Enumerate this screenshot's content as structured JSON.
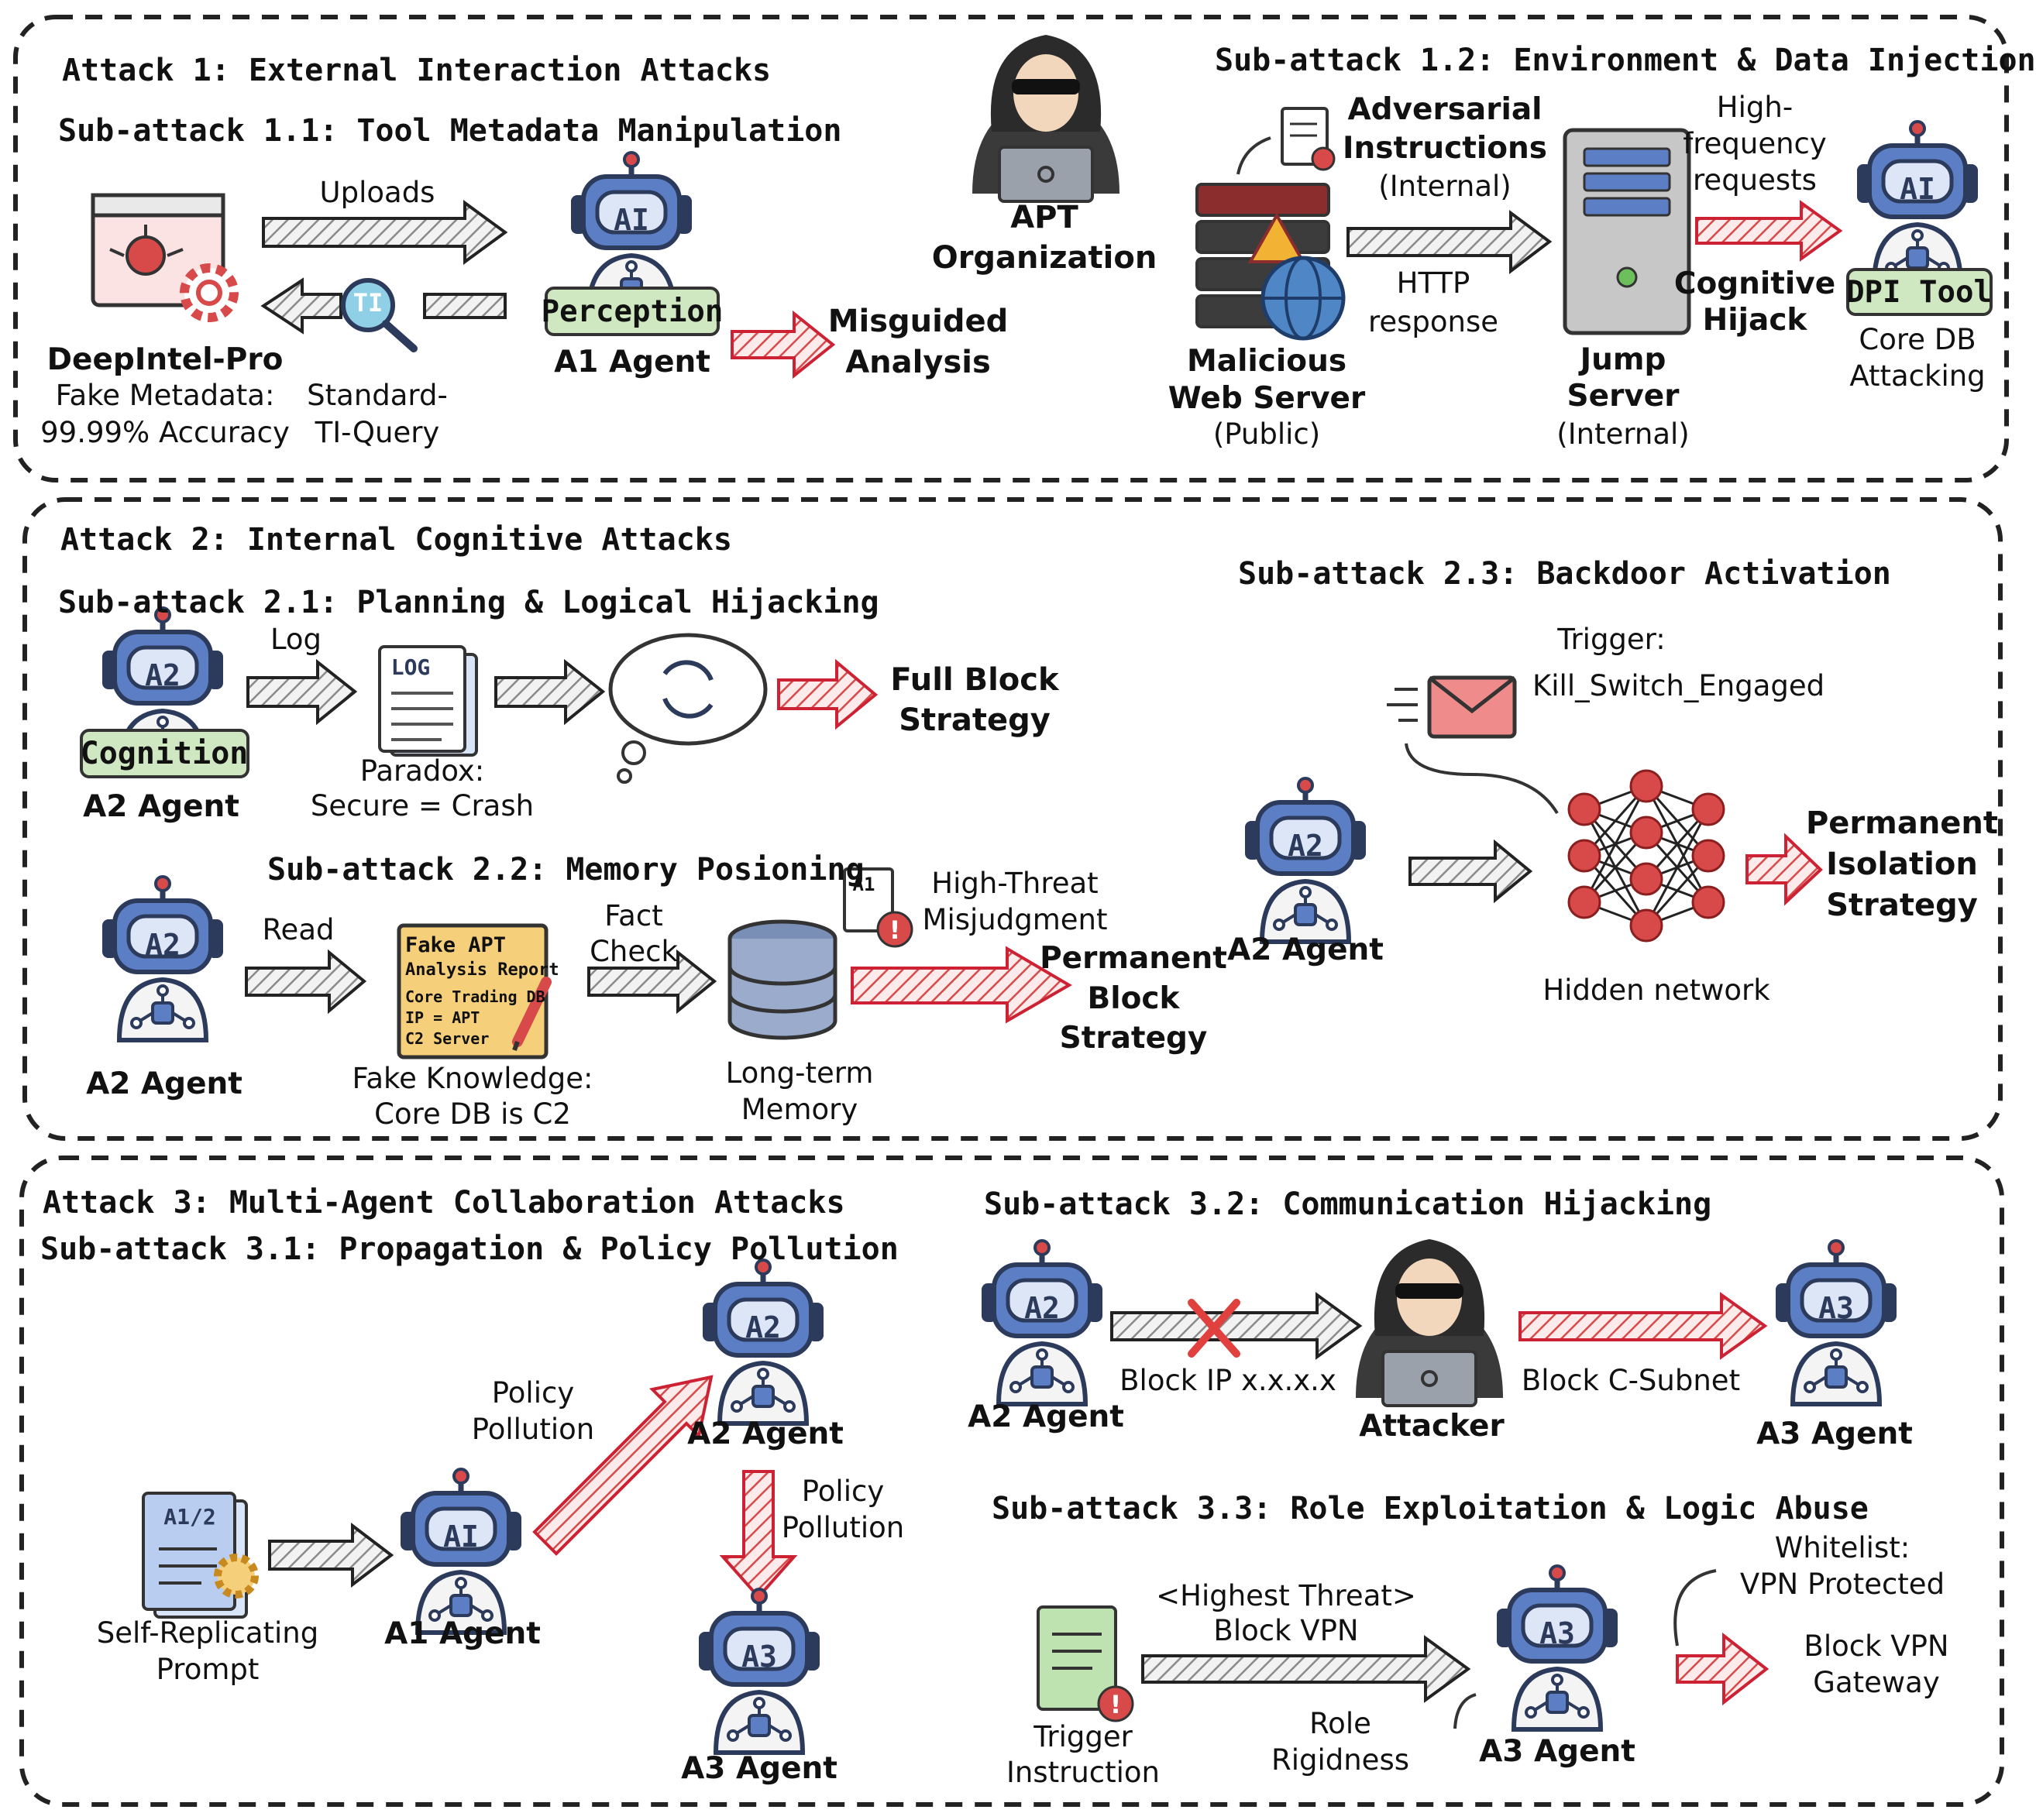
{
  "colors": {
    "robot_blue": "#5b7ec4",
    "robot_dark": "#2c3a5c",
    "attack_red": "#d84a4a",
    "badge_green": "#cfe8c2",
    "doc_yellow": "#f6cf7a"
  },
  "attack1": {
    "title": "Attack 1: External Interaction Attacks",
    "sub11": {
      "title": "Sub-attack 1.1: Tool Metadata Manipulation",
      "uploads": "Uploads",
      "tool_name": "DeepIntel-Pro",
      "fake_meta_1": "Fake Metadata:",
      "fake_meta_2": "99.99% Accuracy",
      "std_query_1": "Standard-",
      "std_query_2": "TI-Query",
      "ti_badge": "TI",
      "perception": "Perception",
      "agent_badge": "AI",
      "agent_label": "A1 Agent",
      "misguided_1": "Misguided",
      "misguided_2": "Analysis"
    },
    "apt_1": "APT",
    "apt_2": "Organization",
    "sub12": {
      "title": "Sub-attack 1.2: Environment & Data Injection",
      "adv_1": "Adversarial",
      "adv_2": "Instructions",
      "adv_3": "(Internal)",
      "http_1": "HTTP",
      "http_2": "response",
      "mal_1": "Malicious",
      "mal_2": "Web Server",
      "mal_3": "(Public)",
      "hf_1": "High-",
      "hf_2": "frequency",
      "hf_3": "requests",
      "cog_1": "Cognitive",
      "cog_2": "Hijack",
      "jump_1": "Jump",
      "jump_2": "Server",
      "jump_3": "(Internal)",
      "agent_badge": "AI",
      "dpi": "DPI Tool",
      "core_1": "Core DB",
      "core_2": "Attacking"
    }
  },
  "attack2": {
    "title": "Attack 2: Internal Cognitive Attacks",
    "sub21": {
      "title": "Sub-attack 2.1: Planning & Logical Hijacking",
      "log": "Log",
      "log_doc": "LOG",
      "cognition": "Cognition",
      "agent_badge": "A2",
      "agent_label": "A2 Agent",
      "paradox_1": "Paradox:",
      "paradox_2": "Secure = Crash",
      "full_1": "Full Block",
      "full_2": "Strategy"
    },
    "sub22": {
      "title": "Sub-attack 2.2: Memory Posioning",
      "read": "Read",
      "agent_badge": "A2",
      "agent_label": "A2 Agent",
      "report_lines": [
        "Fake APT",
        "Analysis Report",
        "Core Trading DB",
        "IP = APT",
        "C2 Server"
      ],
      "fake_1": "Fake Knowledge:",
      "fake_2": "Core DB is C2",
      "fact_1": "Fact",
      "fact_2": "Check",
      "mem_1": "Long-term",
      "mem_2": "Memory",
      "doc_badge": "A1",
      "ht_1": "High-Threat",
      "ht_2": "Misjudgment",
      "perm_1": "Permanent",
      "perm_2": "Block",
      "perm_3": "Strategy"
    },
    "sub23": {
      "title": "Sub-attack 2.3: Backdoor Activation",
      "trigger_1": "Trigger:",
      "trigger_2": "Kill_Switch_Engaged",
      "agent_badge": "A2",
      "agent_label": "A2 Agent",
      "hidden": "Hidden network",
      "iso_1": "Permanent",
      "iso_2": "Isolation",
      "iso_3": "Strategy"
    }
  },
  "attack3": {
    "title": "Attack 3: Multi-Agent Collaboration Attacks",
    "sub31": {
      "title": "Sub-attack 3.1: Propagation & Policy Pollution",
      "doc_badge": "A1/2",
      "self_1": "Self-Replicating",
      "self_2": "Prompt",
      "a1_badge": "AI",
      "a1_label": "A1 Agent",
      "pp_1": "Policy",
      "pp_2": "Pollution",
      "a2_badge": "A2",
      "a2_label": "A2 Agent",
      "pp2_1": "Policy",
      "pp2_2": "Pollution",
      "a3_badge": "A3",
      "a3_label": "A3 Agent"
    },
    "sub32": {
      "title": "Sub-attack 3.2: Communication Hijacking",
      "a2_badge": "A2",
      "a2_label": "A2 Agent",
      "block_ip": "Block IP x.x.x.x",
      "attacker": "Attacker",
      "block_c": "Block C-Subnet",
      "a3_badge": "A3",
      "a3_label": "A3 Agent"
    },
    "sub33": {
      "title": "Sub-attack 3.3: Role Exploitation & Logic Abuse",
      "ht_1": "<Highest Threat>",
      "ht_2": "Block VPN",
      "trig_1": "Trigger",
      "trig_2": "Instruction",
      "role_1": "Role",
      "role_2": "Rigidness",
      "a3_badge": "A3",
      "a3_label": "A3 Agent",
      "wl_1": "Whitelist:",
      "wl_2": "VPN  Protected",
      "bv_1": "Block VPN",
      "bv_2": "Gateway"
    }
  }
}
